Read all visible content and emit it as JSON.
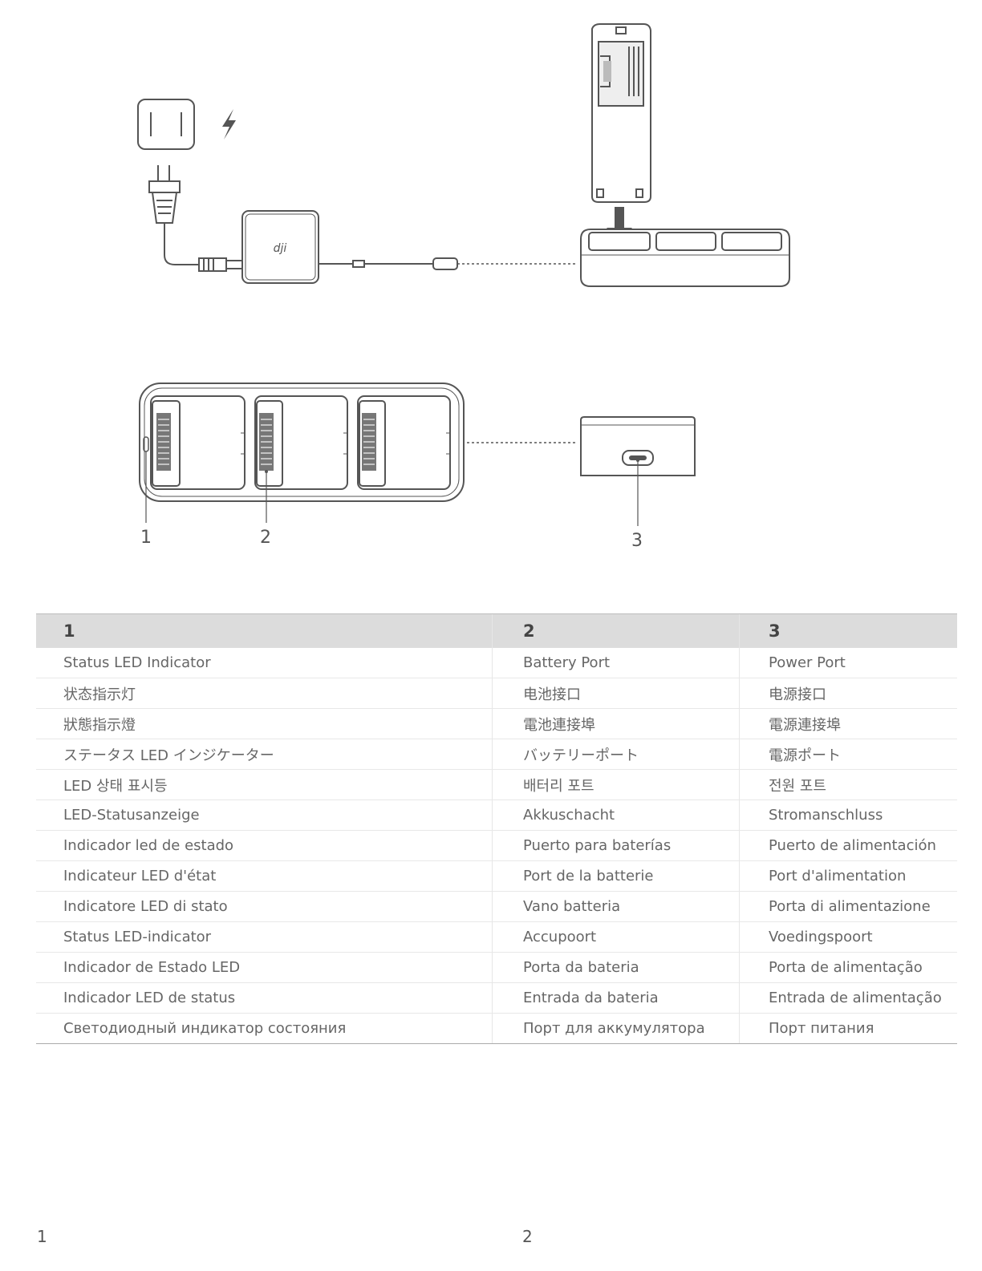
{
  "diagram": {
    "callouts": [
      "1",
      "2",
      "3"
    ],
    "logo_text": "dji"
  },
  "table": {
    "headers": [
      "1",
      "2",
      "3"
    ],
    "rows": [
      [
        "Status LED Indicator",
        "Battery Port",
        "Power Port"
      ],
      [
        "状态指示灯",
        "电池接口",
        "电源接口"
      ],
      [
        "狀態指示燈",
        "電池連接埠",
        "電源連接埠"
      ],
      [
        "ステータス LED インジケーター",
        "バッテリーポート",
        "電源ポート"
      ],
      [
        "LED 상태 표시등",
        "배터리 포트",
        "전원 포트"
      ],
      [
        "LED-Statusanzeige",
        "Akkuschacht",
        "Stromanschluss"
      ],
      [
        "Indicador led de estado",
        "Puerto para baterías",
        "Puerto de alimentación"
      ],
      [
        "Indicateur LED d'état",
        "Port de la batterie",
        "Port d'alimentation"
      ],
      [
        "Indicatore LED di stato",
        "Vano batteria",
        "Porta di alimentazione"
      ],
      [
        "Status LED-indicator",
        "Accupoort",
        "Voedingspoort"
      ],
      [
        "Indicador de Estado LED",
        "Porta da bateria",
        "Porta de alimentação"
      ],
      [
        "Indicador LED de status",
        "Entrada da bateria",
        "Entrada de alimentação"
      ],
      [
        "Светодиодный индикатор состояния",
        "Порт для аккумулятора",
        "Порт питания"
      ]
    ]
  },
  "page_numbers": {
    "left": "1",
    "right": "2"
  }
}
